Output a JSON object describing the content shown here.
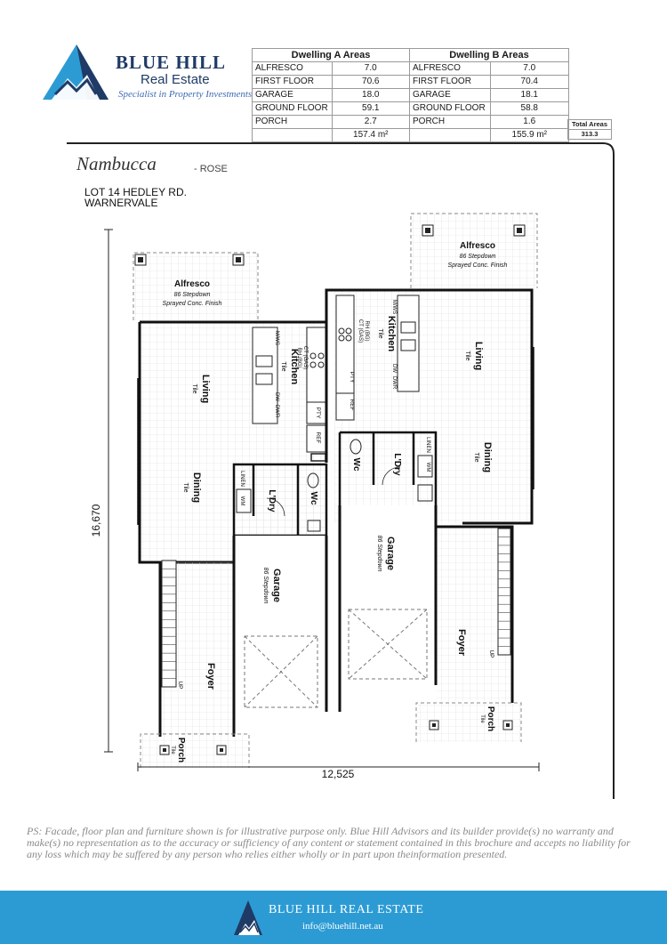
{
  "brand": {
    "name": "BLUE HILL",
    "line2": "Real Estate",
    "tagline": "Specialist in Property Investments"
  },
  "areas": {
    "dwelling_a_title": "Dwelling A Areas",
    "dwelling_b_title": "Dwelling B Areas",
    "rows": [
      {
        "a_label": "ALFRESCO",
        "a_value": "7.0",
        "b_label": "ALFRESCO",
        "b_value": "7.0"
      },
      {
        "a_label": "FIRST FLOOR",
        "a_value": "70.6",
        "b_label": "FIRST FLOOR",
        "b_value": "70.4"
      },
      {
        "a_label": "GARAGE",
        "a_value": "18.0",
        "b_label": "GARAGE",
        "b_value": "18.1"
      },
      {
        "a_label": "GROUND FLOOR",
        "a_value": "59.1",
        "b_label": "GROUND FLOOR",
        "b_value": "58.8"
      },
      {
        "a_label": "PORCH",
        "a_value": "2.7",
        "b_label": "PORCH",
        "b_value": "1.6"
      }
    ],
    "total_a": "157.4 m²",
    "total_b": "155.9 m²",
    "total_areas_label": "Total Areas",
    "total_areas_value": "313.3"
  },
  "design": {
    "name": "Nambucca",
    "sub": "- ROSE",
    "address_line1": "LOT 14 HEDLEY RD.",
    "address_line2": "WARNERVALE"
  },
  "plan": {
    "dim_height": "16,670",
    "dim_width": "12,525",
    "a_alfresco": "Alfresco",
    "a_alfresco_note1": "86 Stepdown",
    "a_alfresco_note2": "Sprayed Conc. Finish",
    "a_living": "Living",
    "a_living_floor": "Tile",
    "a_dining": "Dining",
    "a_dining_floor": "Tile",
    "a_kitchen": "Kitchen",
    "a_kitchen_floor": "Tile",
    "a_mws": "M/WS",
    "a_ct": "CT (GAS)",
    "a_rh": "RH (BG)",
    "a_dw": "DW",
    "a_dwr": "DWR",
    "a_pty": "PTY",
    "a_ref": "REF",
    "a_ldry": "L'Dry",
    "a_wc": "Wc",
    "a_linen": "LINEN",
    "a_wm": "WM",
    "a_garage": "Garage",
    "a_garage_note": "86 Stepdown",
    "a_foyer": "Foyer",
    "a_porch": "Porch",
    "a_porch_floor": "Tile",
    "a_up": "UP",
    "b_alfresco": "Alfresco",
    "b_alfresco_note1": "86 Stepdown",
    "b_alfresco_note2": "Sprayed Conc. Finish",
    "b_kitchen": "Kitchen",
    "b_kitchen_floor": "Tile",
    "b_living": "Living",
    "b_living_floor": "Tile",
    "b_dining": "Dining",
    "b_dining_floor": "Tile",
    "b_mws": "M/WS",
    "b_ct": "CT (GAS)",
    "b_rh": "RH (BG)",
    "b_dw": "DW",
    "b_dwr": "DWR",
    "b_pty": "PTY",
    "b_ref": "REF",
    "b_wc": "Wc",
    "b_ldry": "L'Dry",
    "b_linen": "LINEN",
    "b_wm": "WM",
    "b_garage": "Garage",
    "b_garage_note": "86 Stepdown",
    "b_foyer": "Foyer",
    "b_porch": "Porch",
    "b_porch_floor": "Tile",
    "b_up": "UP"
  },
  "disclaimer": "PS: Facade, floor plan and furniture shown is for illustrative purpose only. Blue Hill Advisors and its builder provide(s) no warranty and make(s) no representation as to the accuracy or sufficiency of any content or statement contained in this brochure and accepts no liability for any loss which may be suffered by any person who relies either wholly or in part upon theinformation presented.",
  "footer": {
    "title": "BLUE HILL REAL ESTATE",
    "email": "info@bluehill.net.au"
  },
  "colors": {
    "brand_navy": "#1f3a66",
    "brand_blue": "#2c9bd4",
    "logo_light_blue": "#3aa0dc"
  }
}
